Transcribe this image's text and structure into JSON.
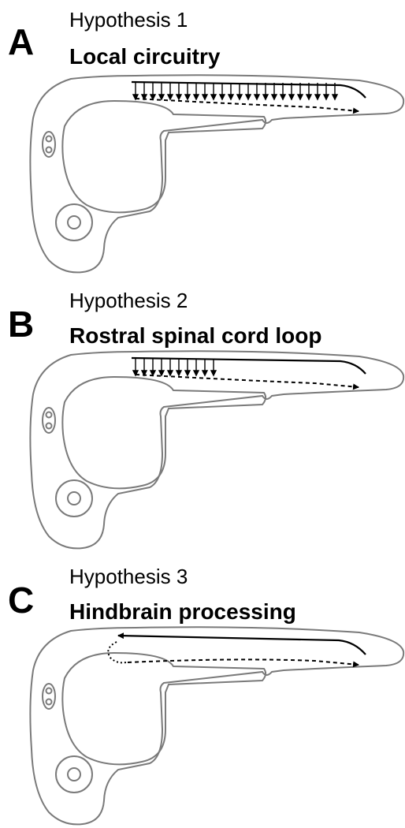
{
  "panels": [
    {
      "letter": "A",
      "hypothesis": "Hypothesis 1",
      "title": "Local circuitry"
    },
    {
      "letter": "B",
      "hypothesis": "Hypothesis 2",
      "title": "Rostral spinal cord loop"
    },
    {
      "letter": "C",
      "hypothesis": "Hypothesis 3",
      "title": "Hindbrain processing"
    }
  ],
  "colors": {
    "outline": "#7a7a7a",
    "arrow": "#000000"
  }
}
